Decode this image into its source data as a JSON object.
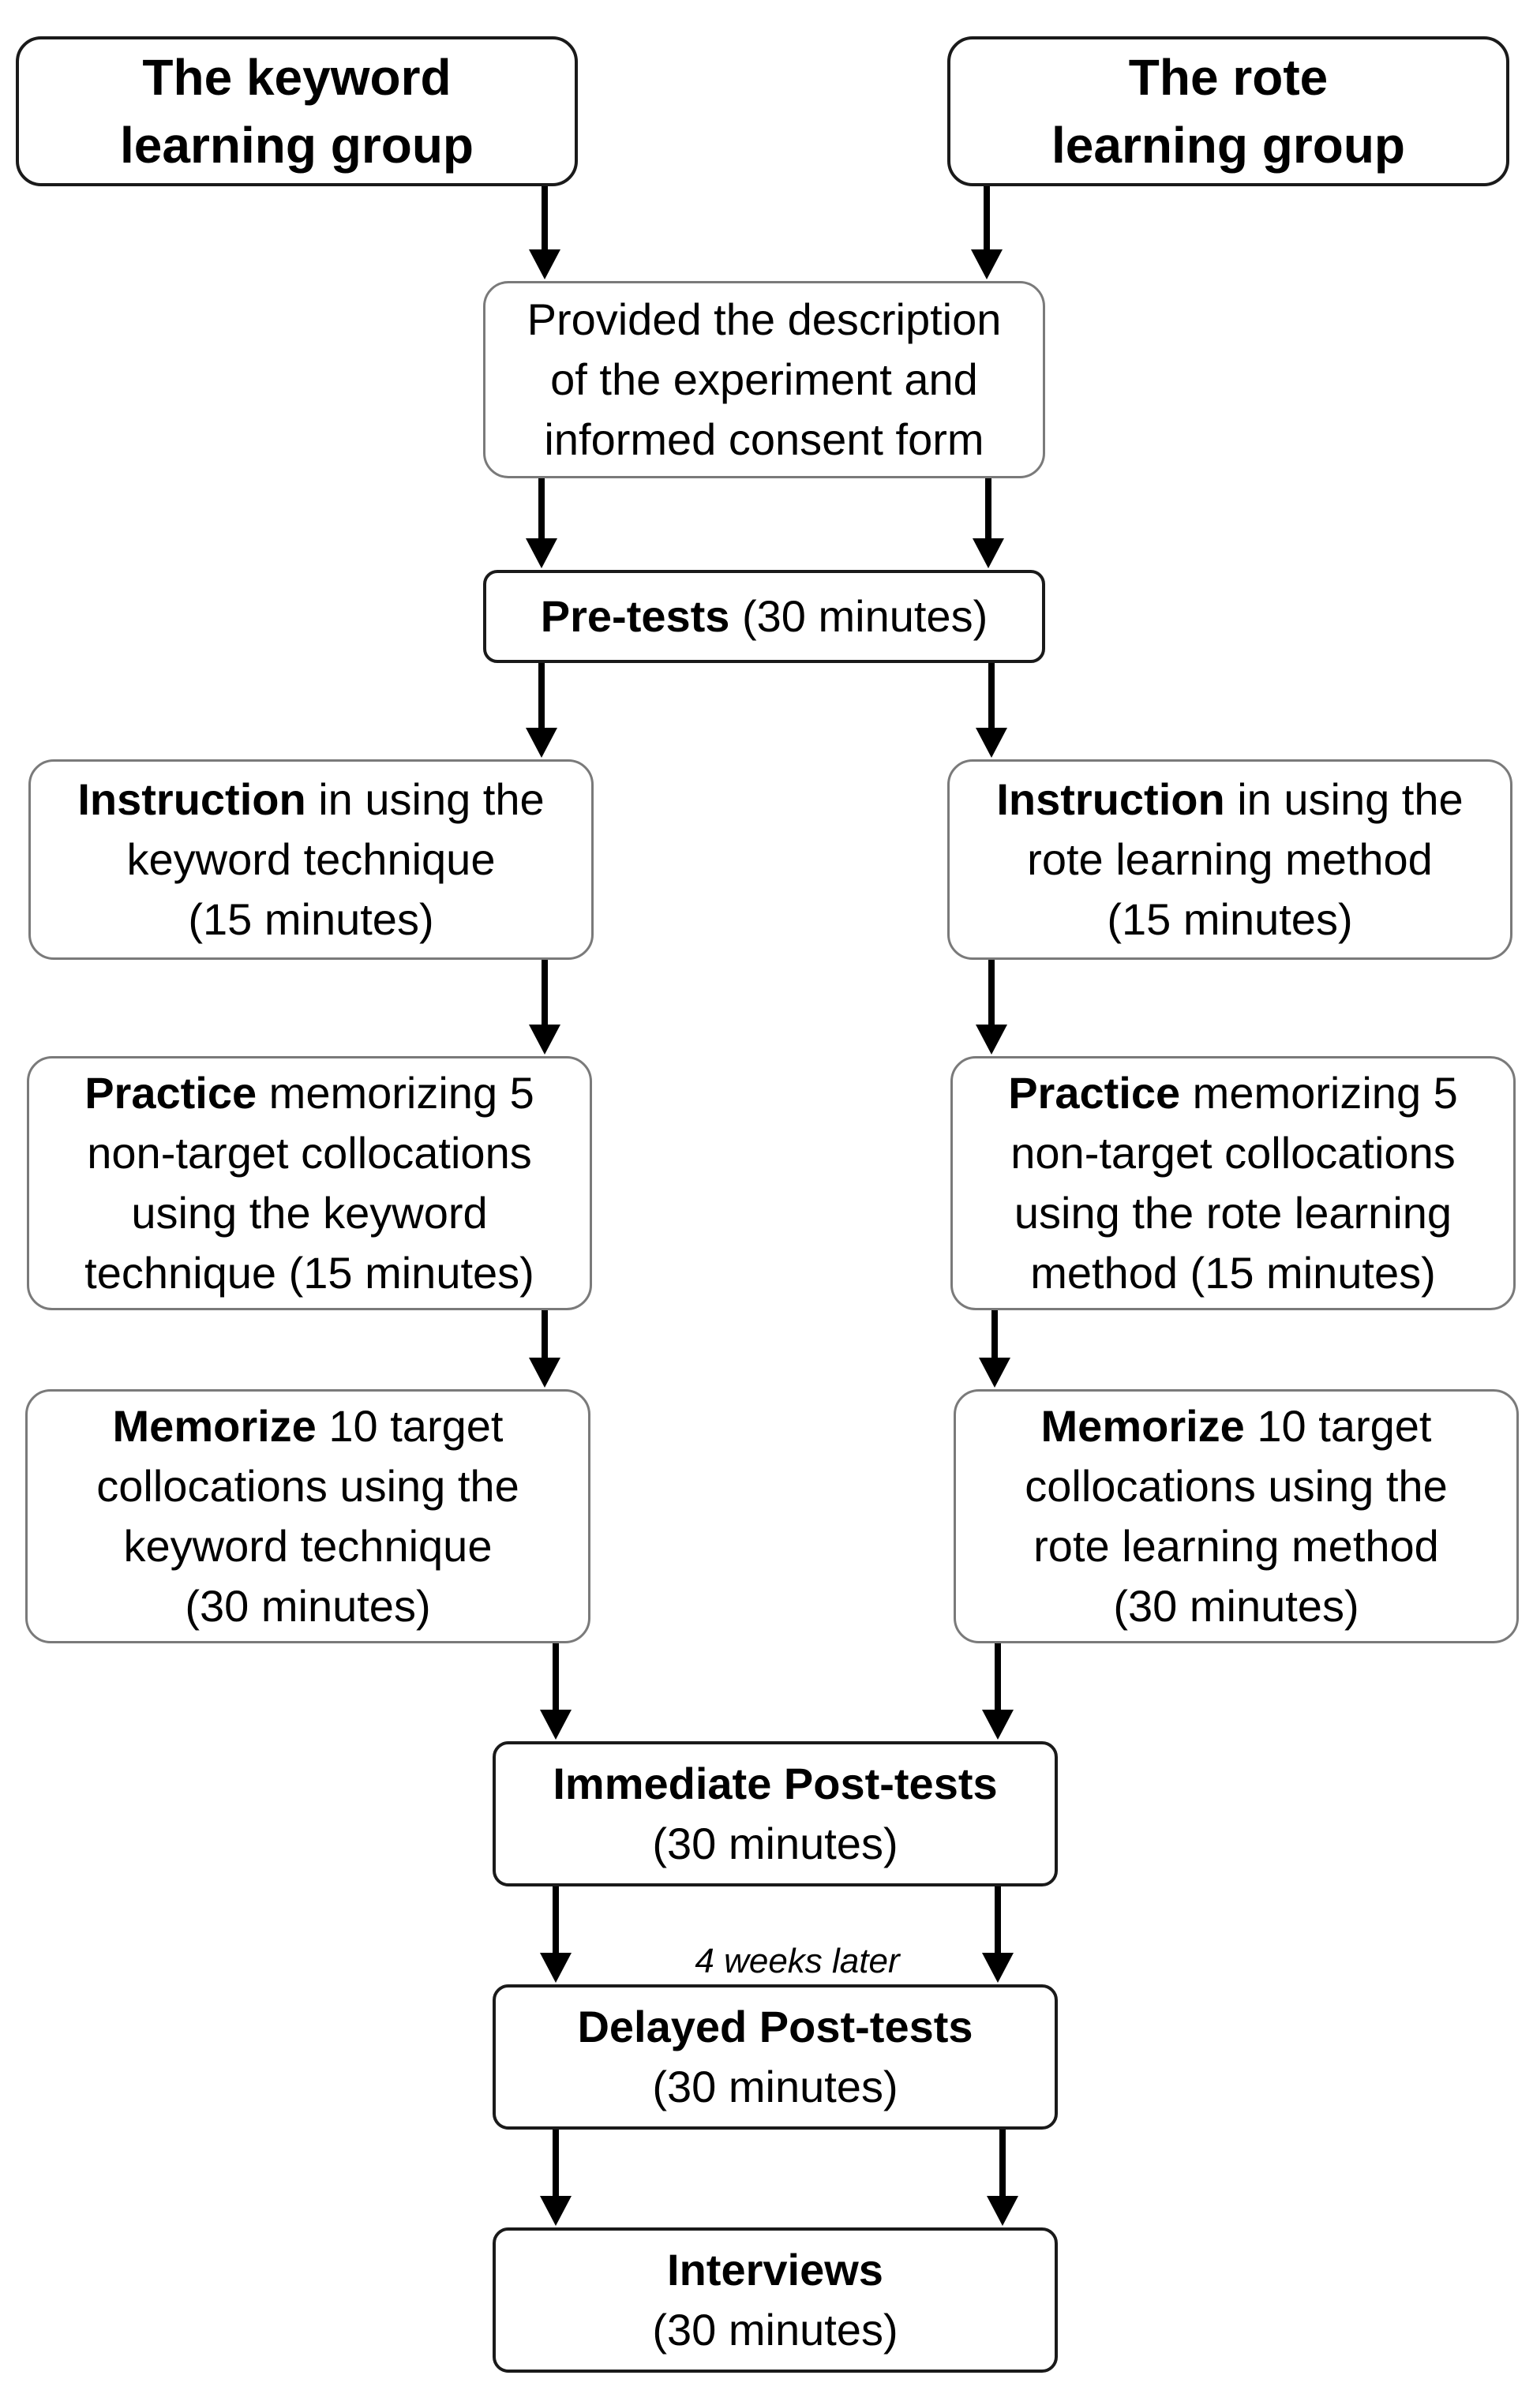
{
  "header": {
    "keyword_group": [
      "The keyword",
      "learning group"
    ],
    "rote_group": [
      "The rote",
      "learning group"
    ]
  },
  "description": [
    "Provided the description",
    "of the experiment and",
    "informed consent form"
  ],
  "pretests": {
    "bold": "Pre-tests",
    "rest": " (30 minutes)"
  },
  "instruction": {
    "keyword": {
      "bold": "Instruction",
      "rest1": " in using the",
      "line2": "keyword technique",
      "line3": "(15 minutes)"
    },
    "rote": {
      "bold": "Instruction",
      "rest1": " in using the",
      "line2": "rote learning method",
      "line3": "(15 minutes)"
    }
  },
  "practice": {
    "keyword": {
      "bold": "Practice",
      "rest1": " memorizing 5",
      "line2": "non-target collocations",
      "line3": "using the keyword",
      "line4": "technique (15 minutes)"
    },
    "rote": {
      "bold": "Practice",
      "rest1": " memorizing 5",
      "line2": "non-target collocations",
      "line3": "using the rote learning",
      "line4": "method (15 minutes)"
    }
  },
  "memorize": {
    "keyword": {
      "bold": "Memorize",
      "rest1": " 10 target",
      "line2": "collocations  using the",
      "line3": "keyword technique",
      "line4": "(30 minutes)"
    },
    "rote": {
      "bold": "Memorize",
      "rest1": " 10 target",
      "line2": "collocations  using the",
      "line3": "rote learning method",
      "line4": "(30 minutes)"
    }
  },
  "immediate": {
    "title": "Immediate Post-tests",
    "duration": "(30 minutes)"
  },
  "gap_label": "4 weeks later",
  "delayed": {
    "title": "Delayed Post-tests",
    "duration": "(30 minutes)"
  },
  "interviews": {
    "title": "Interviews",
    "duration": "(30 minutes)"
  }
}
